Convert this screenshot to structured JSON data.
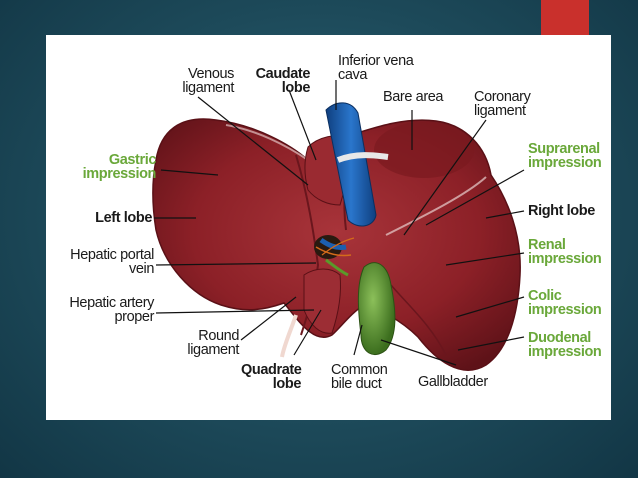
{
  "colors": {
    "accent": "#c9302c",
    "background": "#1d4a5a",
    "liver": "#8c2027",
    "vena_cava": "#1c5fb0",
    "gallbladder": "#4f8a2c",
    "green_label": "#6aa83a"
  },
  "labels": {
    "venous_ligament": "Venous\nligament",
    "caudate_lobe": "Caudate\nlobe",
    "inferior_vena_cava": "Inferior vena\ncava",
    "bare_area": "Bare area",
    "coronary_ligament": "Coronary\nligament",
    "gastric_impression": "Gastric\nimpression",
    "suprarenal_impression": "Suprarenal\nimpression",
    "left_lobe": "Left lobe",
    "right_lobe": "Right lobe",
    "hepatic_portal_vein": "Hepatic portal\nvein",
    "renal_impression": "Renal\nimpression",
    "hepatic_artery_proper": "Hepatic artery\nproper",
    "colic_impression": "Colic\nimpression",
    "round_ligament": "Round\nligament",
    "duodenal_impression": "Duodenal\nimpression",
    "quadrate_lobe": "Quadrate\nlobe",
    "common_bile_duct": "Common\nbile duct",
    "gallbladder": "Gallbladder"
  }
}
